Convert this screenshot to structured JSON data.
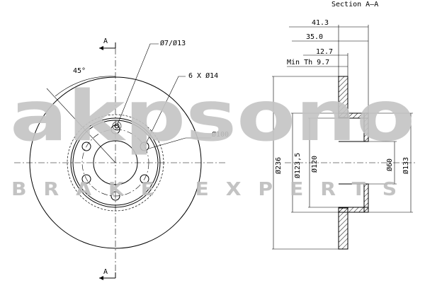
{
  "section_label": "Section A—A",
  "cut_marker": "A",
  "angle_label": "45°",
  "pin_hole_label": "Ø7/Ø13",
  "bolt_holes_label": "6 X Ø14",
  "pcd_label": "Ø100",
  "dim_overall_width": "41.3",
  "dim_hat_height": "35.0",
  "dim_thickness": "12.7",
  "dim_min_thickness": "Min Th 9.7",
  "dia_outer": "Ø236",
  "dia_hat_outer": "Ø123,5",
  "dia_hat_inner": "Ø120",
  "dia_center_bore": "Ø60",
  "dia_hat_top": "Ø133",
  "watermark_brand": "akpsono",
  "watermark_tagline": "BRAKE EXPERTS",
  "colors": {
    "line": "#000000",
    "watermark": "#c4c4c4",
    "hatch": "#000000"
  }
}
